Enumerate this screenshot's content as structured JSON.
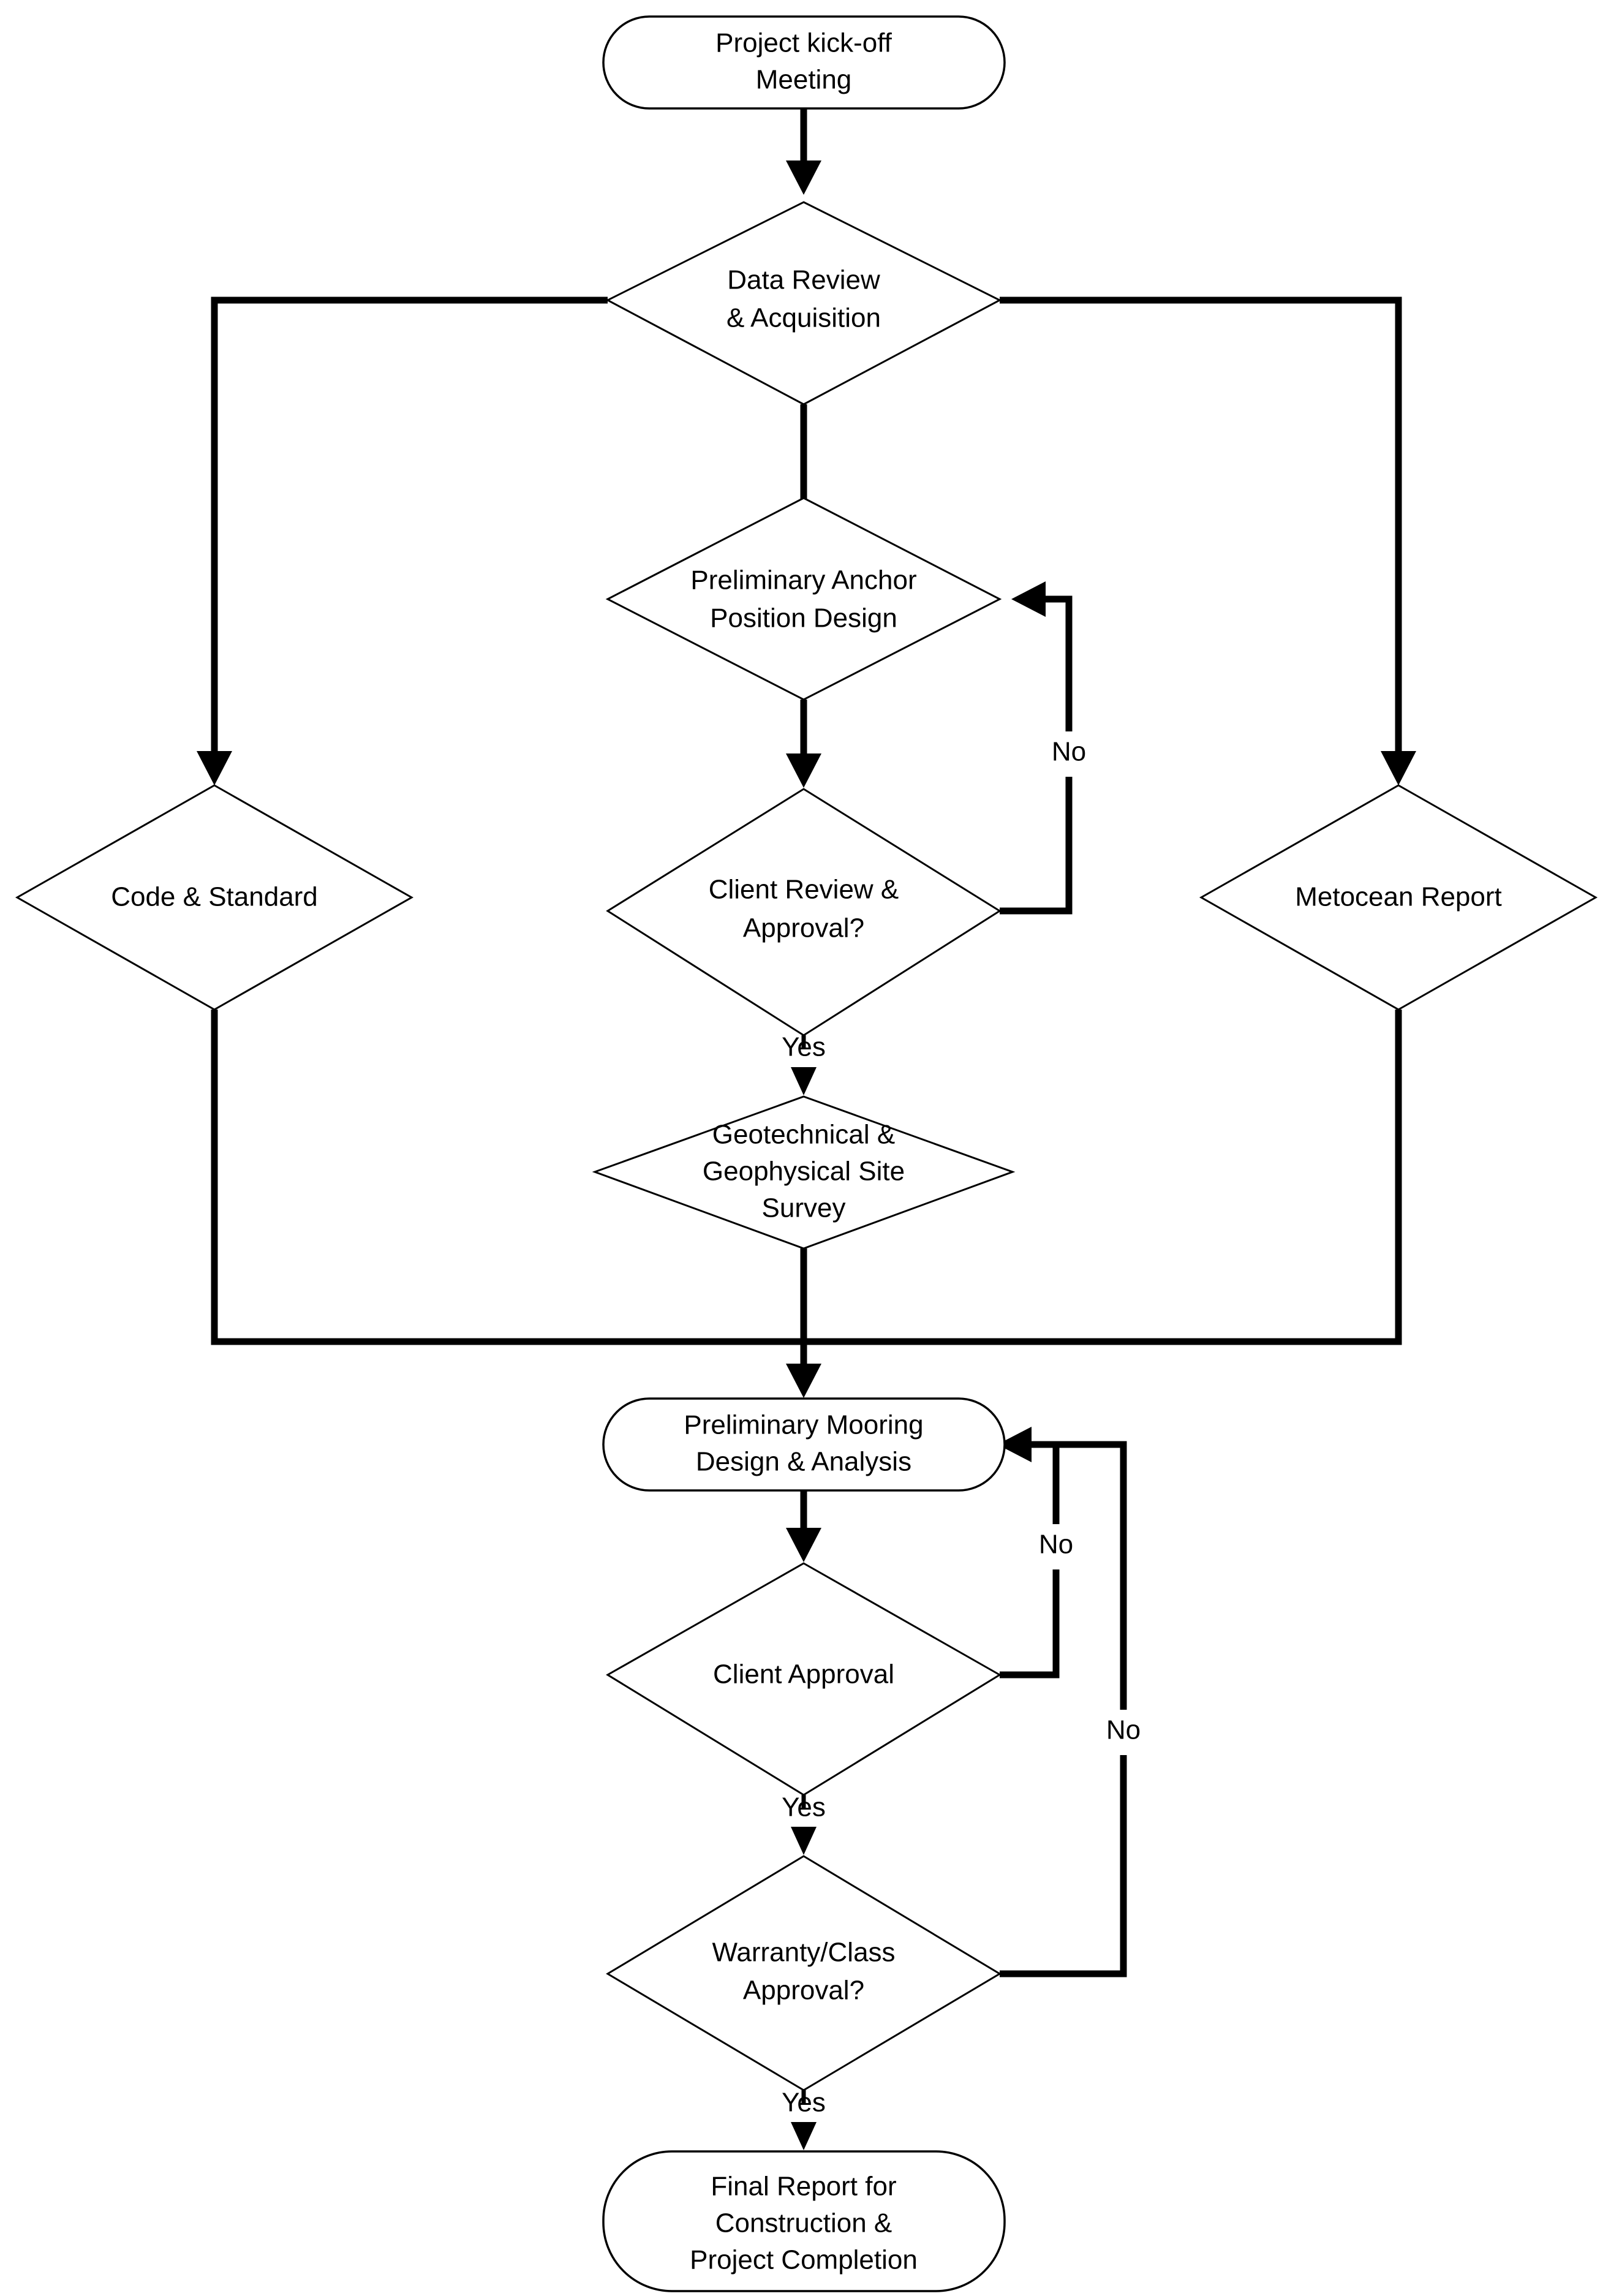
{
  "diagram": {
    "title": "Mooring Design Project Workflow Flowchart",
    "colors": {
      "background": "#ffffff",
      "stroke": "#000000",
      "text": "#000000",
      "node_fill": "#ffffff"
    },
    "nodes": [
      {
        "id": "kickoff",
        "shape": "terminator",
        "lines": [
          "Project kick-off",
          "Meeting"
        ]
      },
      {
        "id": "data-review",
        "shape": "decision",
        "lines": [
          "Data Review",
          "& Acquisition"
        ]
      },
      {
        "id": "code-standard",
        "shape": "decision",
        "lines": [
          "Code & Standard"
        ]
      },
      {
        "id": "metocean-report",
        "shape": "decision",
        "lines": [
          "Metocean Report"
        ]
      },
      {
        "id": "anchor-position",
        "shape": "decision",
        "lines": [
          "Preliminary Anchor",
          "Position Design"
        ]
      },
      {
        "id": "client-review",
        "shape": "decision",
        "lines": [
          "Client Review &",
          "Approval?"
        ]
      },
      {
        "id": "site-survey",
        "shape": "decision",
        "lines": [
          "Geotechnical &",
          "Geophysical Site",
          "Survey"
        ]
      },
      {
        "id": "mooring-design",
        "shape": "terminator",
        "lines": [
          "Preliminary Mooring",
          "Design & Analysis"
        ]
      },
      {
        "id": "client-approval",
        "shape": "decision",
        "lines": [
          "Client Approval"
        ]
      },
      {
        "id": "warranty-class",
        "shape": "decision",
        "lines": [
          "Warranty/Class",
          "Approval?"
        ]
      },
      {
        "id": "final-report",
        "shape": "terminator",
        "lines": [
          "Final Report for",
          "Construction &",
          "Project Completion"
        ]
      }
    ],
    "edge_labels": {
      "client_review_no": "No",
      "client_review_yes": "Yes",
      "client_approval_no": "No",
      "client_approval_yes": "Yes",
      "warranty_no": "No",
      "warranty_yes": "Yes"
    }
  }
}
